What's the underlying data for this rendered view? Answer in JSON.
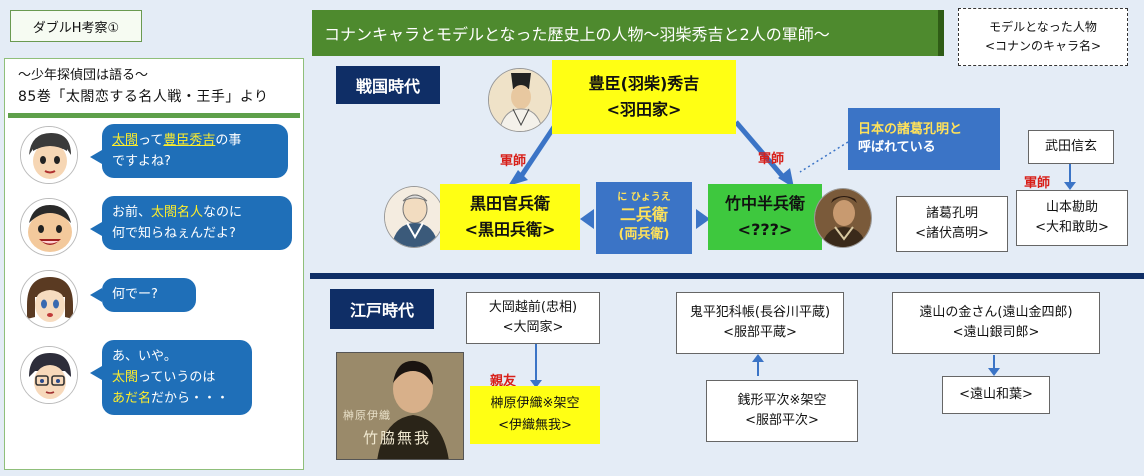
{
  "left": {
    "tag": "ダブルH考察①",
    "subtitle": "〜少年探偵団は語る〜",
    "source": "85巻「太閤恋する名人戦・王手」より",
    "bubbles": [
      {
        "a": "太閤",
        "b": "って",
        "c": "豊臣秀吉",
        "d": "の事",
        "e": "ですよね?"
      },
      {
        "a": "お前、",
        "b": "太閤名人",
        "c": "なのに",
        "d": "何で知らねぇんだよ?"
      },
      {
        "a": "何でー?"
      },
      {
        "a": "あ、いや。",
        "b": "太閤",
        "c": "っていうのは",
        "d": "あだ名",
        "e": "だから・・・"
      }
    ]
  },
  "title": "コナンキャラとモデルとなった歴史上の人物〜羽柴秀吉と2人の軍師〜",
  "legend": {
    "line1": "モデルとなった人物",
    "line2": "<コナンのキャラ名>"
  },
  "eras": {
    "sengoku": "戦国時代",
    "edo": "江戸時代"
  },
  "sengoku": {
    "hideyoshi": {
      "name": "豊臣(羽柴)秀吉",
      "chara": "<羽田家>"
    },
    "kuroda": {
      "name": "黒田官兵衛",
      "chara": "<黒田兵衛>"
    },
    "takenaka": {
      "name": "竹中半兵衛",
      "chara": "<???>"
    },
    "nihyoue": {
      "ruby": "に ひょうえ",
      "name": "二兵衛",
      "sub": "(両兵衛)"
    },
    "gunshi": "軍師",
    "zhuge_note": {
      "line1": "日本の諸葛孔明と",
      "line2": "呼ばれている"
    },
    "zhuge": {
      "name": "諸葛孔明",
      "chara": "<諸伏高明>"
    },
    "takeda": "武田信玄",
    "yamamoto": {
      "name": "山本勘助",
      "chara": "<大和敢助>"
    }
  },
  "edo": {
    "ooka": {
      "name": "大岡越前(忠相)",
      "chara": "<大岡家>"
    },
    "shinyu": "親友",
    "sakakibara": {
      "name": "榊原伊織※架空",
      "chara": "<伊織無我>"
    },
    "photo_caption": {
      "line1": "榊原伊織",
      "line2": "竹脇無我"
    },
    "onihei": {
      "name": "鬼平犯科帳(長谷川平蔵)",
      "chara": "<服部平蔵>"
    },
    "zenigata": {
      "name": "銭形平次※架空",
      "chara": "<服部平次>"
    },
    "toyama": {
      "name": "遠山の金さん(遠山金四郎)",
      "chara": "<遠山銀司郎>"
    },
    "kazuha": "<遠山和葉>"
  },
  "colors": {
    "era_navy": "#0f2e66",
    "title_green": "#4e8a2e",
    "bubble_blue": "#1f6fb8",
    "highlight_yellow": "#ffff14",
    "takenaka_green": "#3ec83e",
    "red": "#d8201a"
  }
}
